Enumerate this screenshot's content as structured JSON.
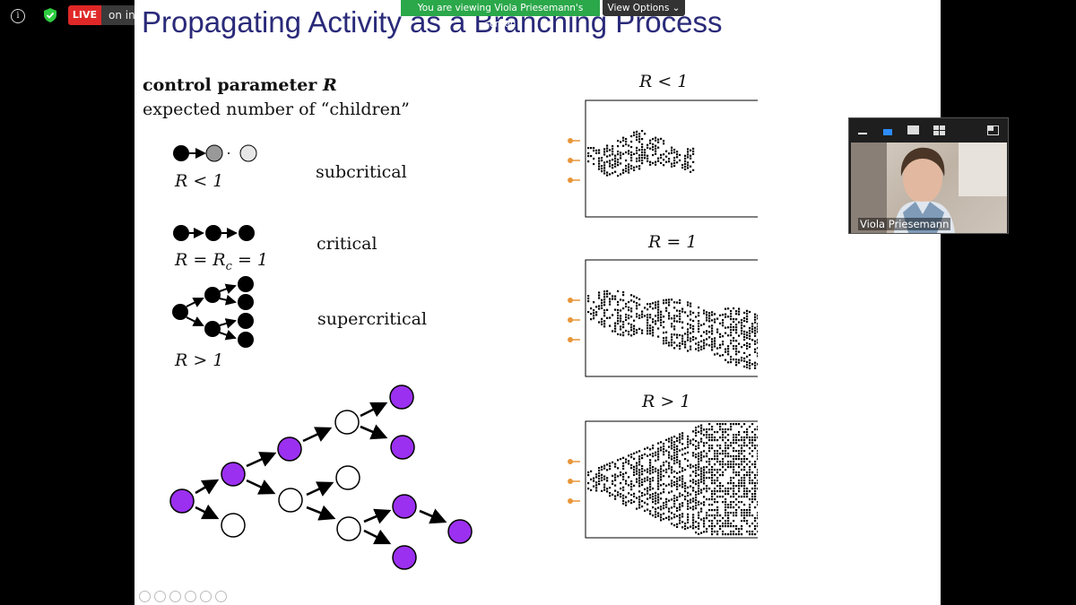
{
  "app": {
    "live_label": "LIVE",
    "live_target": "on inc",
    "viewing_banner": "You are viewing Viola Priesemann's screen",
    "view_options": "View Options"
  },
  "slide": {
    "title": "Propagating Activity as a Branching Process",
    "control_label": "control parameter ",
    "control_var": "R",
    "expected": "expected number of “children”",
    "regimes": [
      {
        "condition": "R < 1",
        "label": "subcritical",
        "raster_title": "R < 1"
      },
      {
        "condition": "R = R",
        "condition_sub": "c",
        "condition_tail": " = 1",
        "label": "critical",
        "raster_title": "R = 1"
      },
      {
        "condition": "R > 1",
        "label": "supercritical",
        "raster_title": "R > 1"
      }
    ]
  },
  "video": {
    "participant_name": "Viola Priesemann"
  },
  "colors": {
    "title": "#2a2a7a",
    "banner": "#2ba84a",
    "live": "#e02828",
    "node_active": "#9b30f0",
    "input_marker": "#e8963a"
  }
}
